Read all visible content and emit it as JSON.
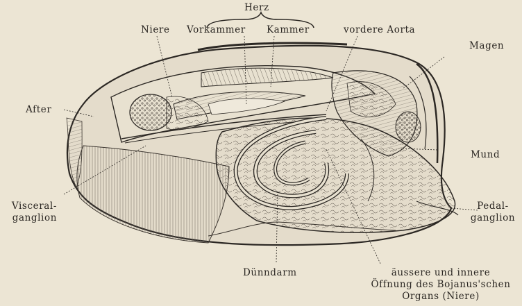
{
  "labels": {
    "herz": "Herz",
    "niere": "Niere",
    "vorkammer": "Vorkammer",
    "kammer": "Kammer",
    "vordere_aorta": "vordere Aorta",
    "magen": "Magen",
    "after": "After",
    "mund": "Mund",
    "visceral_1": "Visceral-",
    "visceral_2": "ganglion",
    "pedal_1": "Pedal-",
    "pedal_2": "ganglion",
    "duenndarm": "Dünndarm",
    "bojanus_1": "äussere und innere",
    "bojanus_2": "Öffnung des Bojanus'schen",
    "bojanus_3": "Organs (Niere)"
  }
}
